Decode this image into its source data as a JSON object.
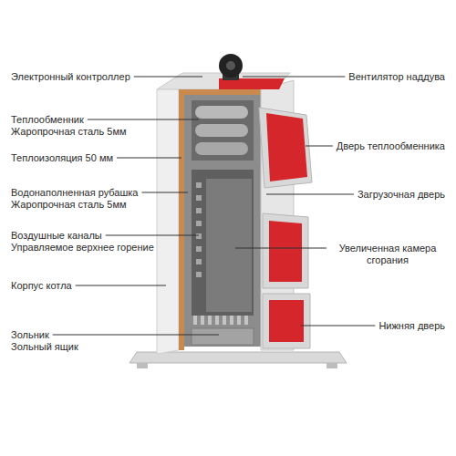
{
  "diagram": {
    "labels": [
      "Электронный контроллер",
      "Вентилятор наддува",
      "Теплообменник",
      "Жаропрочная сталь 5мм",
      "Дверь теплообменника",
      "Теплоизоляция 50 мм",
      "Водонаполненная рубашка",
      "Жаропрочная сталь 5мм",
      "Загрузочная дверь",
      "Воздушные каналы",
      "Управляемое верхнее горение",
      "Увеличенная камера сгорания",
      "Корпус котла",
      "Нижняя дверь",
      "Зольник",
      "Зольный ящик"
    ]
  }
}
